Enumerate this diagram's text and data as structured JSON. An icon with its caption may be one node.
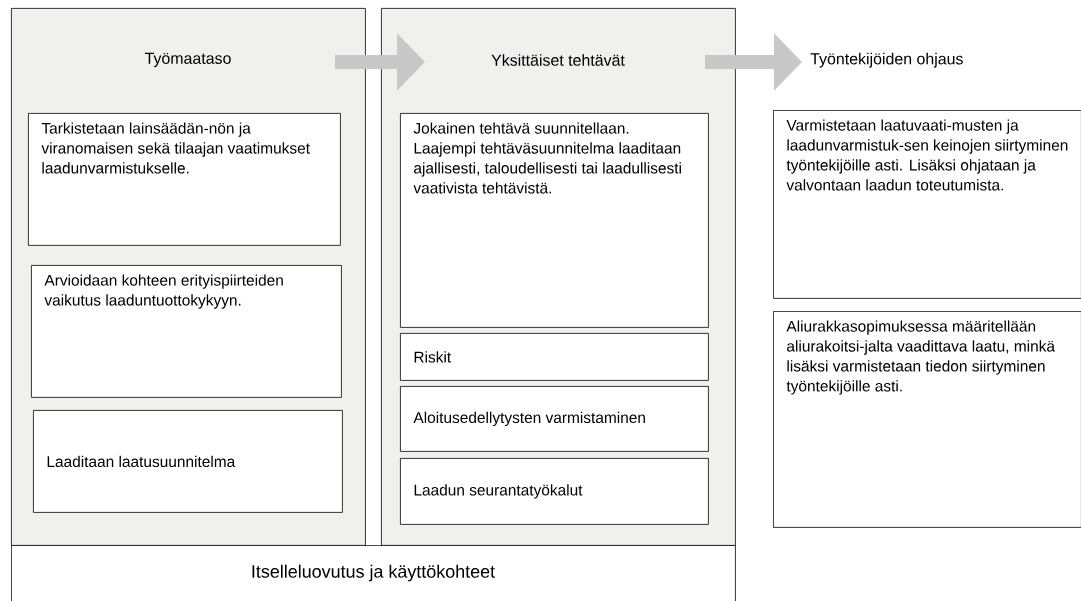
{
  "diagram": {
    "nodes": [
      {
        "text": [
          "Työmaataso"
        ]
      },
      {
        "text": [
          "Tarkistetaan lainsäädän-nön ja viranomaisen sekä tilaajan vaatimukset laadunvarmistukselle."
        ],
        "in": 0
      },
      {
        "text": [
          "Arvioidaan kohteen erityispiirteiden vaikutus laaduntuottokykyyn."
        ],
        "in": 0
      },
      {
        "text": [
          "Laaditaan laatusuunnitelma"
        ],
        "in": 0
      },
      {
        "text": [
          "Yksittäiset tehtävät"
        ]
      },
      {
        "text": [
          "Jokainen tehtävä suunnitellaan. Laajempi tehtäväsuunnitelma laaditaan ajallisesti, taloudellisesti tai laadullisesti vaativista tehtävistä."
        ],
        "in": 4
      },
      {
        "text": [
          "Riskit"
        ],
        "in": 4
      },
      {
        "text": [
          "Aloitusedellytysten varmistaminen"
        ],
        "in": 4
      },
      {
        "text": [
          "Laadun seurantatyökalut"
        ],
        "in": 4
      },
      {
        "text": [
          "Työntekijöiden ohjaus"
        ]
      },
      {
        "text": [
          "Varmistetaan laatuvaati-musten ja laadunvarmistuk-sen keinojen siirtyminen työntekijöille asti. Lisäksi ohjataan ja valvontaan laadun toteutumista."
        ]
      },
      {
        "text": [
          "Aliurakkasopimuksessa määritellään aliurakoitsi-jalta vaadittava laatu, minkä lisäksi varmistetaan tiedon siirtyminen työntekijöille asti."
        ]
      },
      {
        "text": [
          "Itselleluovutus ja käyttökohteet"
        ]
      }
    ],
    "edges": [
      {
        "from": 0,
        "to": 4,
        "arrow": "to"
      },
      {
        "from": 4,
        "to": 9,
        "arrow": "to"
      }
    ]
  }
}
